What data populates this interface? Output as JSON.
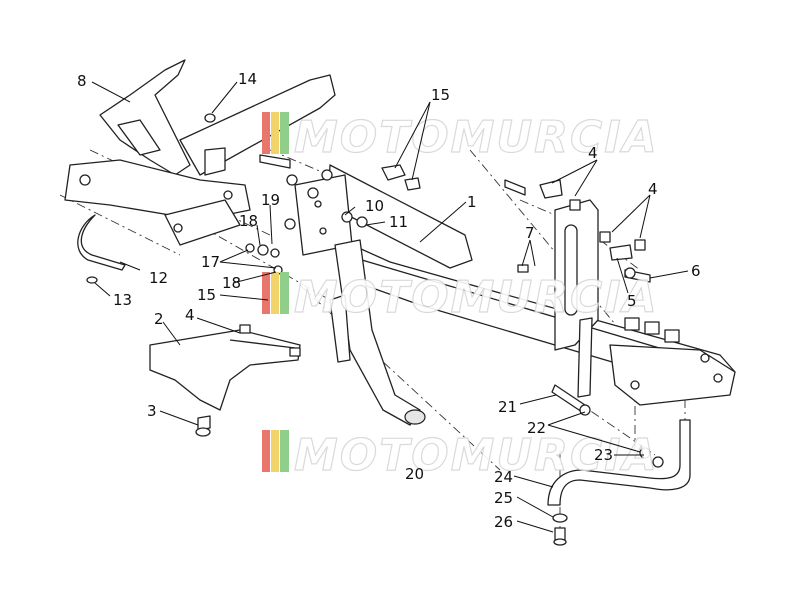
{
  "watermark": {
    "text": "MOTOMURCIA",
    "colors": [
      "#e8766a",
      "#f1d36a",
      "#8fcf8a"
    ]
  },
  "callouts": {
    "c1": "1",
    "c2": "2",
    "c3": "3",
    "c4a": "4",
    "c4b": "4",
    "c4c": "4",
    "c5": "5",
    "c6": "6",
    "c7": "7",
    "c8": "8",
    "c10": "10",
    "c11": "11",
    "c12": "12",
    "c13": "13",
    "c14": "14",
    "c15a": "15",
    "c15b": "15",
    "c17": "17",
    "c18a": "18",
    "c18b": "18",
    "c19": "19",
    "c20": "20",
    "c21": "21",
    "c22": "22",
    "c23": "23",
    "c24": "24",
    "c25": "25",
    "c26": "26"
  }
}
